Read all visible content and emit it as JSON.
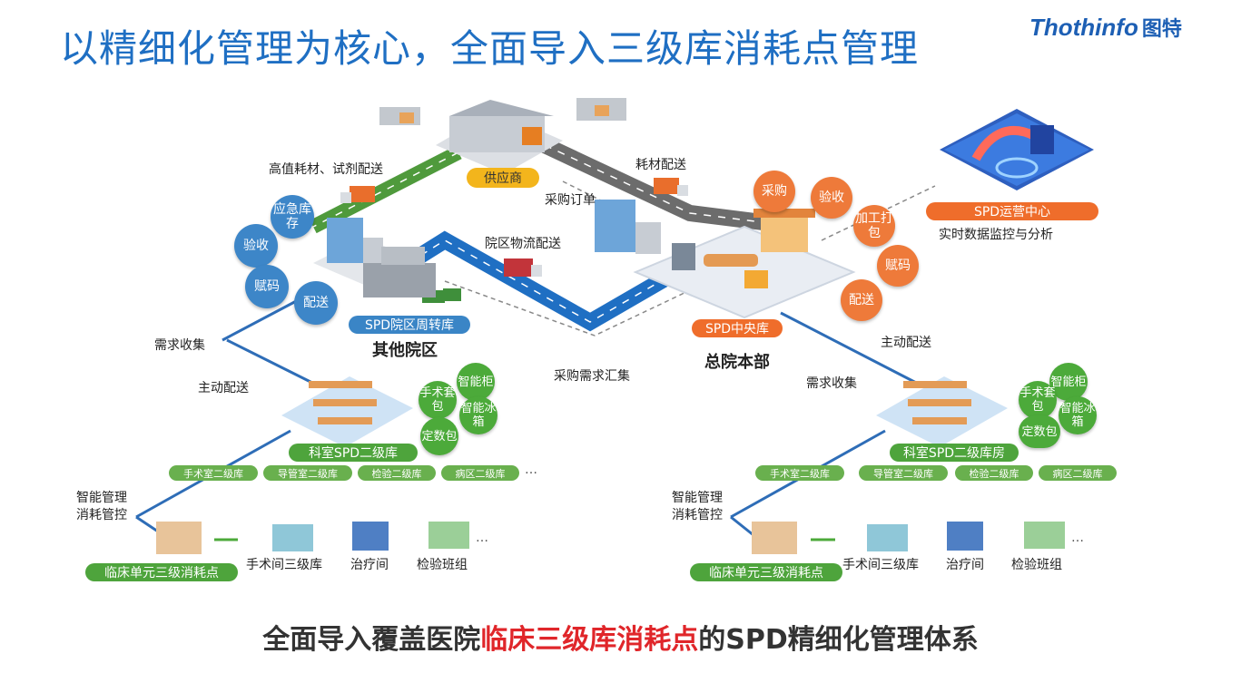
{
  "title": "以精细化管理为核心，全面导入三级库消耗点管理",
  "logo": {
    "en": "Thothinfo",
    "cn": "图特"
  },
  "footer": {
    "prefix": "全面导入覆盖医院",
    "highlight": "临床三级库消耗点",
    "suffix": "的SPD精细化管理体系"
  },
  "supplier": "供应商",
  "routes": {
    "high_value": "高值耗材、试剂配送",
    "consumable": "耗材配送",
    "purchase_order": "采购订单",
    "campus_logistics": "院区物流配送",
    "purchase_demand": "采购需求汇集"
  },
  "left": {
    "bubbles": [
      "应急库存",
      "验收",
      "赋码",
      "配送"
    ],
    "hub_pill": "SPD院区周转库",
    "hub_name": "其他院区",
    "demand": "需求收集",
    "active": "主动配送",
    "dept_pill": "科室SPD二级库",
    "green_bubbles": [
      "智能柜",
      "手术套包",
      "智能冰箱",
      "定数包"
    ],
    "chips": [
      "手术室二级库",
      "导管室二级库",
      "检验二级库",
      "病区二级库"
    ],
    "smart1": "智能管理",
    "smart2": "消耗管控",
    "clinic_pill": "临床单元三级消耗点",
    "units": [
      "手术间三级库",
      "治疗间",
      "检验班组"
    ]
  },
  "center": {
    "bubbles": [
      "采购",
      "验收",
      "加工打包",
      "赋码",
      "配送"
    ],
    "hub_pill": "SPD中央库",
    "hub_name": "总院本部",
    "active": "主动配送"
  },
  "ops": {
    "pill": "SPD运营中心",
    "desc": "实时数据监控与分析"
  },
  "right": {
    "demand": "需求收集",
    "dept_pill": "科室SPD二级库房",
    "green_bubbles": [
      "智能柜",
      "手术套包",
      "智能冰箱",
      "定数包"
    ],
    "chips": [
      "手术室二级库",
      "导管室二级库",
      "检验二级库",
      "病区二级库"
    ],
    "smart1": "智能管理",
    "smart2": "消耗管控",
    "clinic_pill": "临床单元三级消耗点",
    "units": [
      "手术间三级库",
      "治疗间",
      "检验班组"
    ]
  },
  "ellipsis": "…",
  "colors": {
    "title": "#1f6fc3",
    "highlight": "#e0262a",
    "road_blue": "#1f6fc3",
    "road_green": "#4f9a3c",
    "road_gray": "#6c6c6c"
  }
}
